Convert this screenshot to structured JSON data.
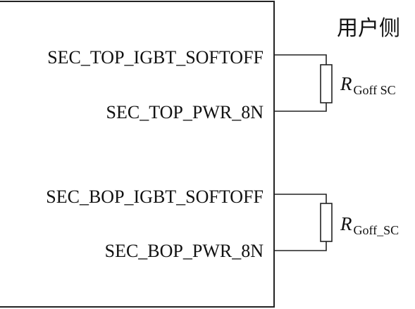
{
  "diagram": {
    "side_label": "用户侧",
    "pins": [
      "SEC_TOP_IGBT_SOFTOFF",
      "SEC_TOP_PWR_8N",
      "SEC_BOP_IGBT_SOFTOFF",
      "SEC_BOP_PWR_8N"
    ],
    "resistors": [
      {
        "symbol": "R",
        "subscript": "Goff SC"
      },
      {
        "symbol": "R",
        "subscript": "Goff_SC"
      }
    ]
  }
}
